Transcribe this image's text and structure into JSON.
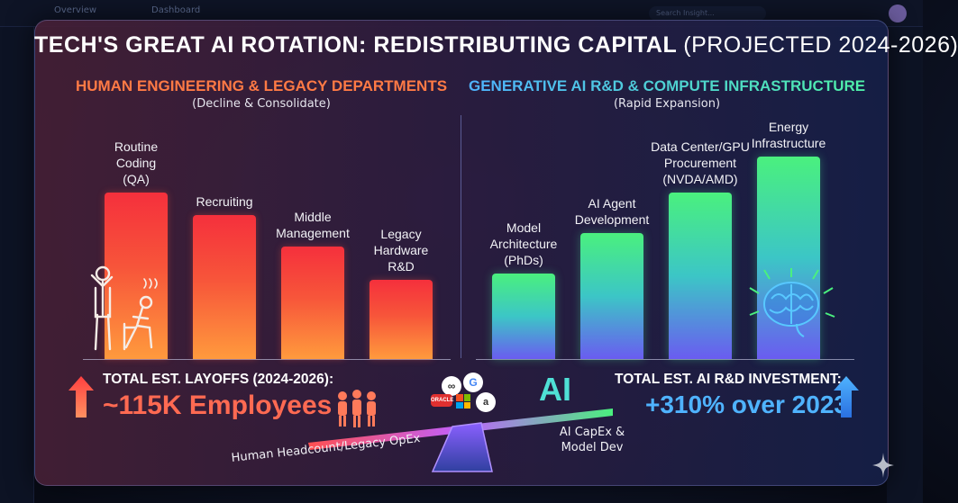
{
  "background": {
    "tabs": [
      "Overview",
      "Dashboard"
    ],
    "search_placeholder": "Search Insight..."
  },
  "chart_data": {
    "type": "bar",
    "title": "TECH'S GREAT AI ROTATION: REDISTRIBUTING CAPITAL",
    "subtitle": "(PROJECTED 2024-2026)",
    "groups": [
      {
        "name": "HUMAN ENGINEERING & LEGACY DEPARTMENTS",
        "note": "(Decline & Consolidate)",
        "categories": [
          [
            "Routine",
            "Coding",
            "(QA)"
          ],
          [
            "Recruiting"
          ],
          [
            "Middle",
            "Management"
          ],
          [
            "Legacy",
            "Hardware",
            "R&D"
          ]
        ],
        "values": [
          185,
          160,
          125,
          88
        ],
        "color_top": "#f5303c",
        "color_bottom": "#ff9a3d"
      },
      {
        "name": "GENERATIVE AI R&D & COMPUTE INFRASTRUCTURE",
        "note": "(Rapid Expansion)",
        "categories": [
          [
            "Model",
            "Architecture",
            "(PhDs)"
          ],
          [
            "AI Agent",
            "Development"
          ],
          [
            "Data Center/GPU",
            "Procurement",
            "(NVDA/AMD)"
          ],
          [
            "Energy",
            "Infrastructure"
          ]
        ],
        "values": [
          95,
          140,
          185,
          225
        ],
        "color_top": "#4af07e",
        "color_bottom": "#6a5cf0"
      }
    ],
    "ylim": [
      0,
      240
    ],
    "grid": false,
    "legend": "none"
  },
  "footer": {
    "left_label": "TOTAL EST. LAYOFFS (2024-2026):",
    "left_value": "~115K Employees",
    "right_label": "TOTAL EST. AI R&D INVESTMENT:",
    "right_value": "+310% over 2023",
    "ai_text": "AI",
    "seesaw_left": "Human Headcount/Legacy OpEx",
    "seesaw_right": [
      "AI CapEx &",
      "Model Dev"
    ]
  },
  "logos": [
    "meta",
    "google",
    "oracle",
    "microsoft",
    "amazon"
  ],
  "colors": {
    "decline": "#ff6a52",
    "growth": "#4fb3ff",
    "ai": "#4fe0d6"
  }
}
